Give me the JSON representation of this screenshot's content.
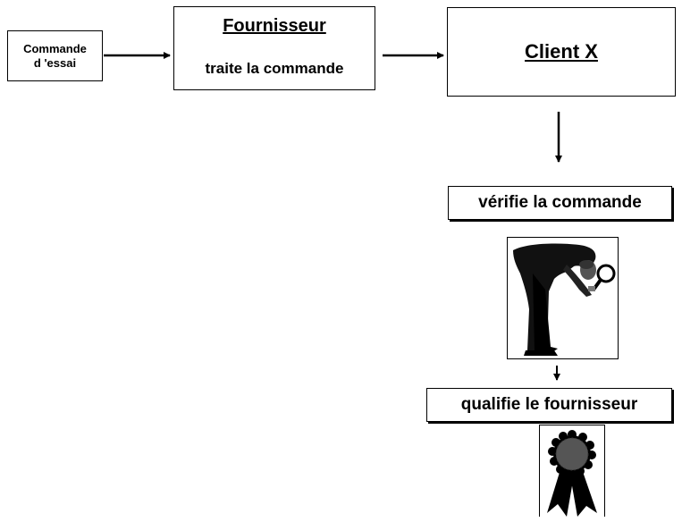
{
  "nodes": {
    "trial_order": {
      "line1": "Commande",
      "line2": "d 'essai"
    },
    "supplier": {
      "title": "Fournisseur",
      "action": "traite la commande"
    },
    "client": {
      "title": "Client X"
    },
    "verify": {
      "label": "vérifie la commande"
    },
    "qualify": {
      "label": "qualifie le fournisseur"
    }
  },
  "illustrations": {
    "inspector": "person-with-magnifying-glass-icon",
    "award": "award-ribbon-icon"
  },
  "colors": {
    "line": "#000000",
    "background": "#ffffff",
    "badge": "#555555"
  }
}
